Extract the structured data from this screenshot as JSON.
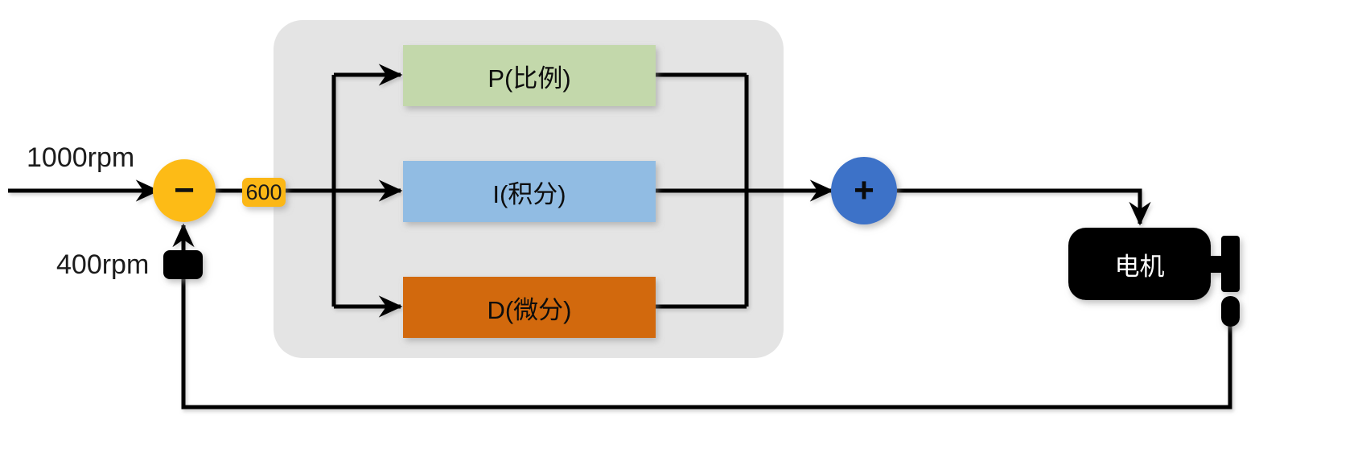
{
  "diagram": {
    "title": "PID control loop block diagram",
    "background": "#ffffff"
  },
  "colors": {
    "panel": "#e4e4e4",
    "p_block": "#c3d8ab",
    "i_block": "#91bce3",
    "d_block": "#d2690f",
    "sum_minus": "#fdbb15",
    "sum_plus": "#3d72c8",
    "badge": "#fbb713",
    "motor": "#000000",
    "line": "#000000",
    "motor_text": "#ffffff"
  },
  "inputs": {
    "setpoint_label": "1000rpm",
    "feedback_label": "400rpm"
  },
  "nodes": {
    "error_junction": {
      "name": "minus-summing-node",
      "sign": "−"
    },
    "output_junction": {
      "name": "plus-summing-node",
      "sign": "+"
    }
  },
  "badges": {
    "error_value": "600"
  },
  "pid": {
    "panel_name": "pid-controller-panel",
    "branches": [
      {
        "id": "p",
        "label": "P(比例)",
        "color": "#c3d8ab",
        "text_color": "#0d0d0d"
      },
      {
        "id": "i",
        "label": "I(积分)",
        "color": "#91bce3",
        "text_color": "#0d0d0d"
      },
      {
        "id": "d",
        "label": "D(微分)",
        "color": "#d2690f",
        "text_color": "#0d0d0d"
      }
    ]
  },
  "plant": {
    "label": "电机",
    "name": "motor-block"
  },
  "feedback": {
    "sensor_name": "feedback-sensor-block",
    "encoder_name": "motor-encoder"
  }
}
